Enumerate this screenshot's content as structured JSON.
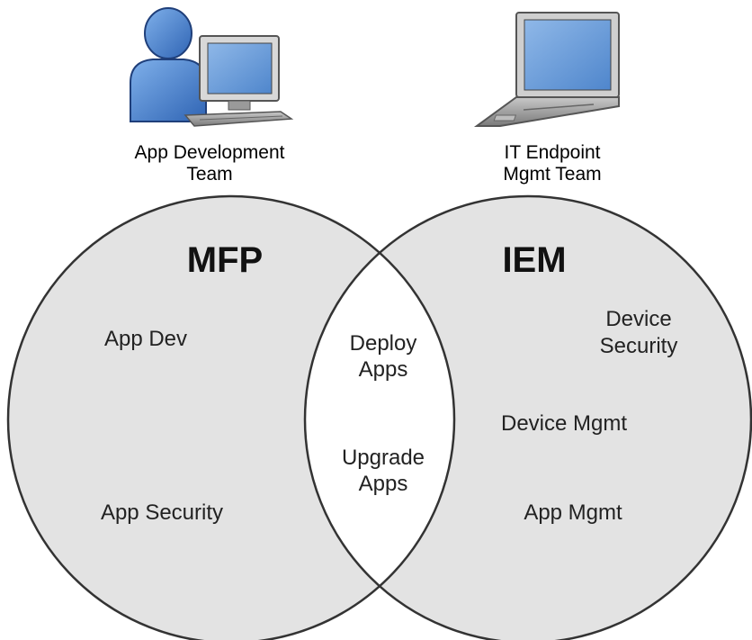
{
  "teams": {
    "left": {
      "icon": "user-at-desktop-icon",
      "label_line1": "App Development",
      "label_line2": "Team"
    },
    "right": {
      "icon": "laptop-icon",
      "label_line1": "IT Endpoint",
      "label_line2": "Mgmt Team"
    }
  },
  "circles": {
    "left": {
      "title": "MFP",
      "items": [
        "App Dev",
        "App Security"
      ]
    },
    "right": {
      "title": "IEM",
      "device_security_line1": "Device",
      "device_security_line2": "Security",
      "items": [
        "Device Mgmt",
        "App Mgmt"
      ]
    },
    "overlap": {
      "deploy_line1": "Deploy",
      "deploy_line2": "Apps",
      "upgrade_line1": "Upgrade",
      "upgrade_line2": "Apps"
    }
  },
  "colors": {
    "circle_fill": "#e3e3e3",
    "overlap_fill": "#ffffff",
    "outline": "#333333",
    "icon_blue": "#4a7fc8",
    "screen_blue": "#6f9fd8",
    "device_gray": "#9a9a9a"
  }
}
